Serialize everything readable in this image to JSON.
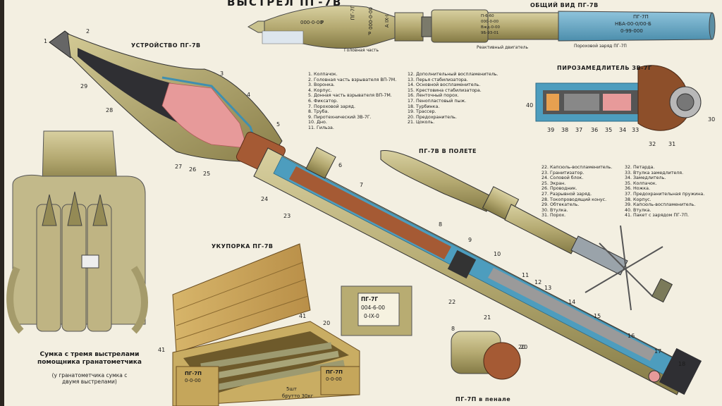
{
  "title": "ВЫСТРЕЛ ПГ-7В",
  "general_view": {
    "heading": "ОБЩИЙ ВИД ПГ-7В",
    "warhead_label": "Головная часть",
    "motor_label": "Реактивный двигатель",
    "charge_label": "Пороховой заряд ПГ-7П",
    "warhead_marks": [
      "ПГ-7Г",
      "000-0-00",
      "Р",
      "000-0-00",
      "А IX-I",
      "Р"
    ],
    "motor_marks": [
      "П-6-60",
      "000-0-00",
      "Вжд-0-00",
      "9Б-93-01"
    ],
    "charge_marks": [
      "ПГ-7П",
      "НБА-00-0/00-Б",
      "0-99-000"
    ]
  },
  "device": {
    "heading": "УСТРОЙСТВО ПГ-7В",
    "numbers": [
      "1",
      "2",
      "3",
      "4",
      "5",
      "6",
      "7",
      "8",
      "9",
      "10",
      "11",
      "12",
      "13",
      "14",
      "15",
      "16",
      "17",
      "18",
      "20",
      "21",
      "22",
      "23",
      "24",
      "25",
      "26",
      "27",
      "28",
      "29"
    ]
  },
  "parts_list_1": [
    "1. Колпачок.",
    "2. Головная часть взрывателя ВП-7М.",
    "3. Воронка.",
    "4. Корпус.",
    "5. Донная часть взрывателя ВП-7М.",
    "6. Фиксатор.",
    "7. Пороховой заряд.",
    "8. Труба.",
    "9. Пиротехнический ЗВ-7Г.",
    "10. Дно.",
    "11. Гильза."
  ],
  "parts_list_2": [
    "12. Дополнительный воспламенитель.",
    "13. Перья стабилизатора.",
    "14. Основной воспламенитель.",
    "15. Крестовина стабилизатора.",
    "16. Ленточный порох.",
    "17. Пенопластовый пыж.",
    "18. Турбинка.",
    "19. Трассер.",
    "20. Предохранитель.",
    "21. Цоколь."
  ],
  "pyro": {
    "heading": "ПИРОЗАМЕДЛИТЕЛЬ ЗВ-7Г",
    "numbers": [
      "40",
      "39",
      "38",
      "37",
      "36",
      "35",
      "34",
      "33",
      "32",
      "31",
      "30"
    ]
  },
  "parts_list_3": [
    "22. Капсюль-воспламенитель.",
    "23. Гранитизатор.",
    "24. Соловой блок.",
    "25. Экран.",
    "26. Проводник.",
    "27. Разрывной заряд.",
    "28. Токопроводящий конус.",
    "29. Обтекатель.",
    "30. Втулка.",
    "31. Порох."
  ],
  "parts_list_4": [
    "32. Петарда.",
    "33. Втулка замедлителя.",
    "34. Замедлитель.",
    "35. Колпачок.",
    "36. Ножка.",
    "37. Предохранительная пружина.",
    "38. Корпус.",
    "39. Капсюль-воспламенитель.",
    "40. Втулка.",
    "41. Пакет с зарядом ПГ-7П."
  ],
  "flight": {
    "heading": "ПГ-7В В ПОЛЕТЕ"
  },
  "packing": {
    "heading": "УКУПОРКА ПГ-7В",
    "tag_lines": [
      "ПГ-7Г",
      "004-6-00",
      "0-IX-0"
    ],
    "crate_front": [
      "ПГ-7П",
      "0-0-00",
      "5шт",
      "брутто 30кг",
      "ПГ-7П",
      "0-0-00"
    ],
    "numbers": [
      "20",
      "41",
      "41"
    ]
  },
  "bag": {
    "caption": "Сумка с тремя выстрелами помощника гранатометчика",
    "note": "(у гранатометчика сумка с двумя выстрелами)"
  },
  "case": {
    "caption": "ПГ-7П в пенале",
    "numbers": [
      "8",
      "20"
    ]
  },
  "colors": {
    "background": "#f3efe1",
    "olive": "#bab07a",
    "olive_dark": "#7d7443",
    "section_blue": "#3f8fb0",
    "charge_red": "#e79a9a",
    "copper": "#a55a34",
    "wood": "#c7a25b"
  }
}
